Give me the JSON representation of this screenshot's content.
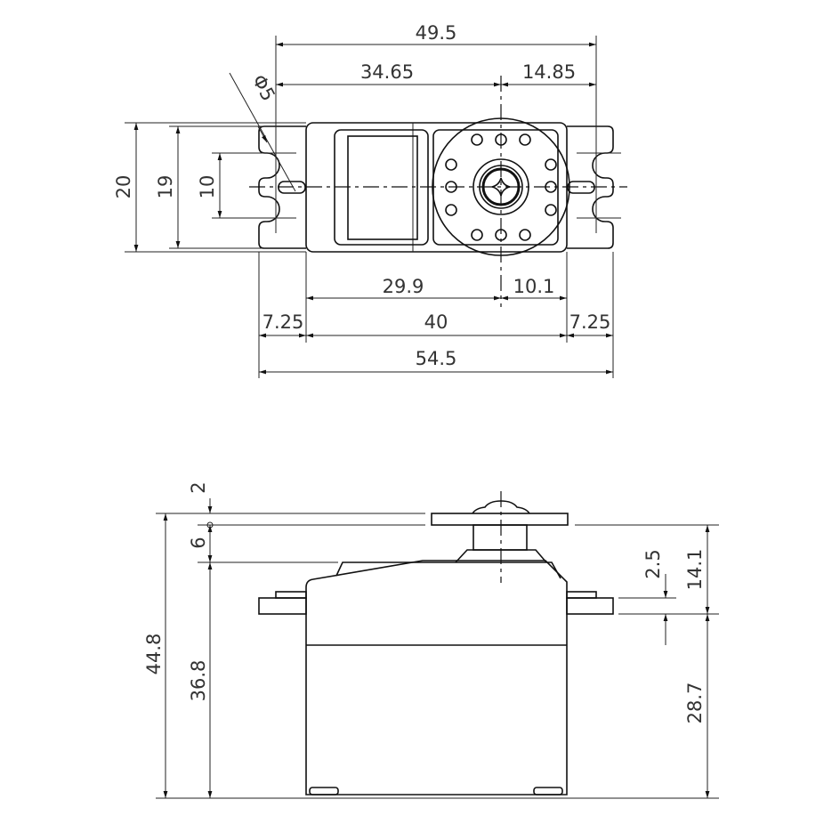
{
  "title": "Servo dimension drawing",
  "top_view": {
    "overall_hole_span": "49.5",
    "hole_to_shaft": "34.65",
    "shaft_to_hole": "14.85",
    "hole_diameter": "Φ5",
    "body_height": "20",
    "tab_height": "19",
    "hole_spacing": "10",
    "body_to_shaft": "29.9",
    "shaft_to_body": "10.1",
    "left_tab": "7.25",
    "body_length": "40",
    "right_tab": "7.25",
    "overall_length": "54.5"
  },
  "side_view": {
    "horn_thickness": "2",
    "horn_height": "6",
    "overall_height": "44.8",
    "body_height": "36.8",
    "tab_thickness": "2.5",
    "above_tab": "14.1",
    "below_tab": "28.7"
  }
}
